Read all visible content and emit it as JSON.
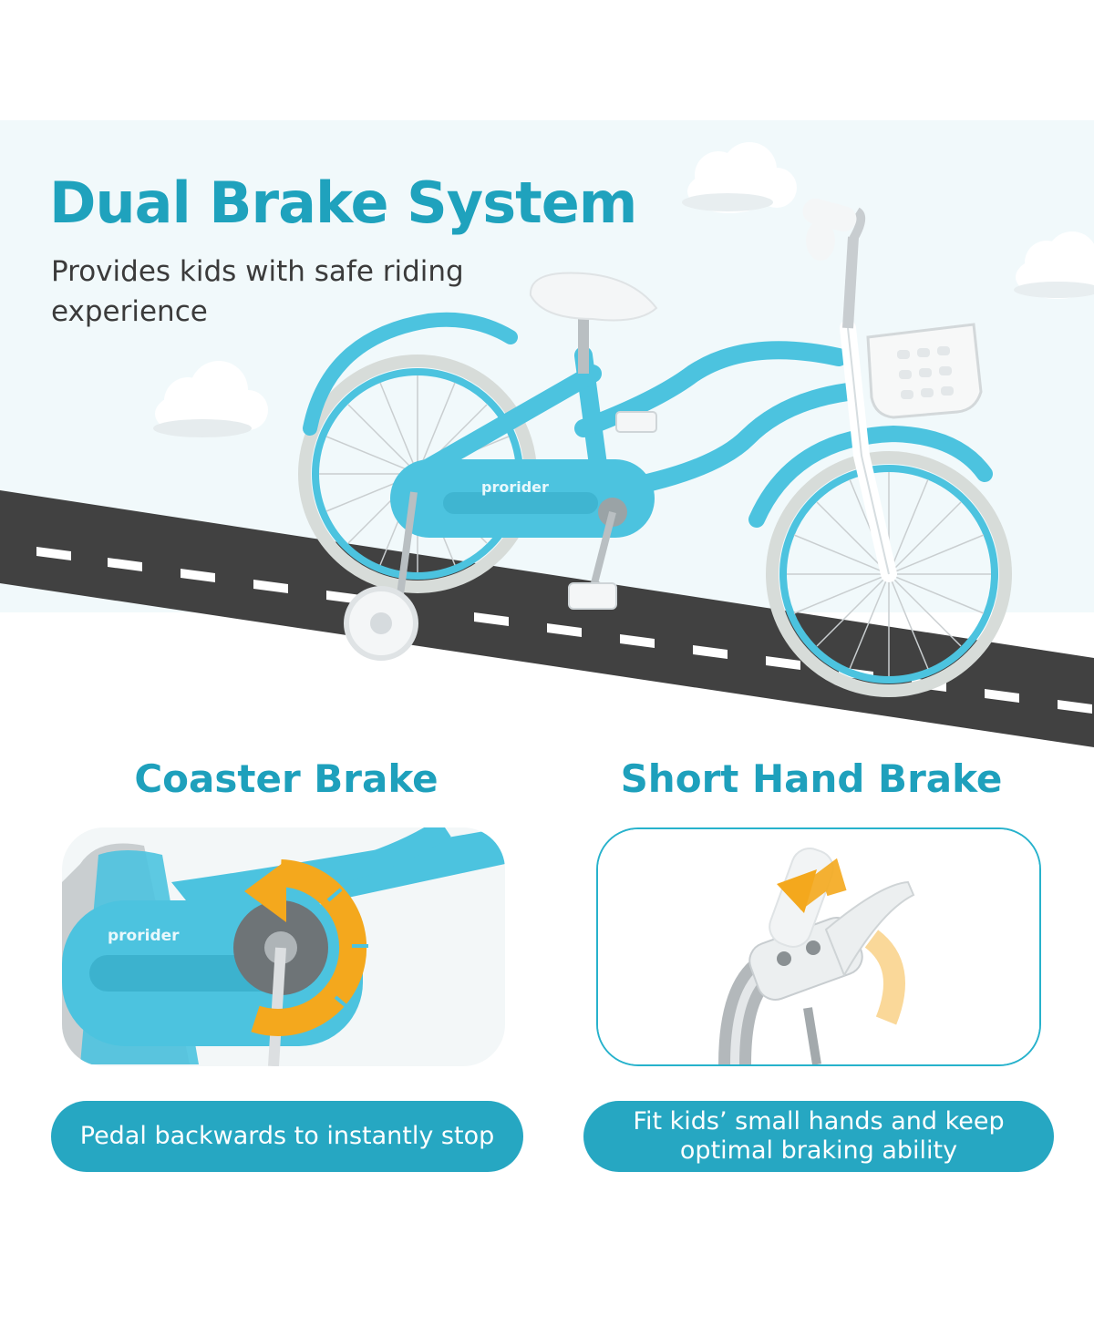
{
  "header": {
    "title": "Dual Brake System",
    "subtitle": "Provides kids with safe riding experience"
  },
  "bike": {
    "brand_logo": "prorider",
    "icons": [
      "cloud-icon",
      "bicycle-illustration",
      "road-illustration"
    ]
  },
  "features": [
    {
      "title": "Coaster Brake",
      "description": "Pedal backwards to instantly stop",
      "image_icon": "coaster-brake-closeup",
      "arrow_color": "#f4a81d"
    },
    {
      "title": "Short Hand Brake",
      "description_line1": "Fit kids’ small hands and keep",
      "description_line2": "optimal braking ability",
      "image_icon": "hand-brake-closeup",
      "arrow_color": "#f4a81d"
    }
  ],
  "colors": {
    "accent": "#1fa2bd",
    "bike_frame": "#4cc3df",
    "road": "#414141",
    "pill": "#26a7c2"
  }
}
